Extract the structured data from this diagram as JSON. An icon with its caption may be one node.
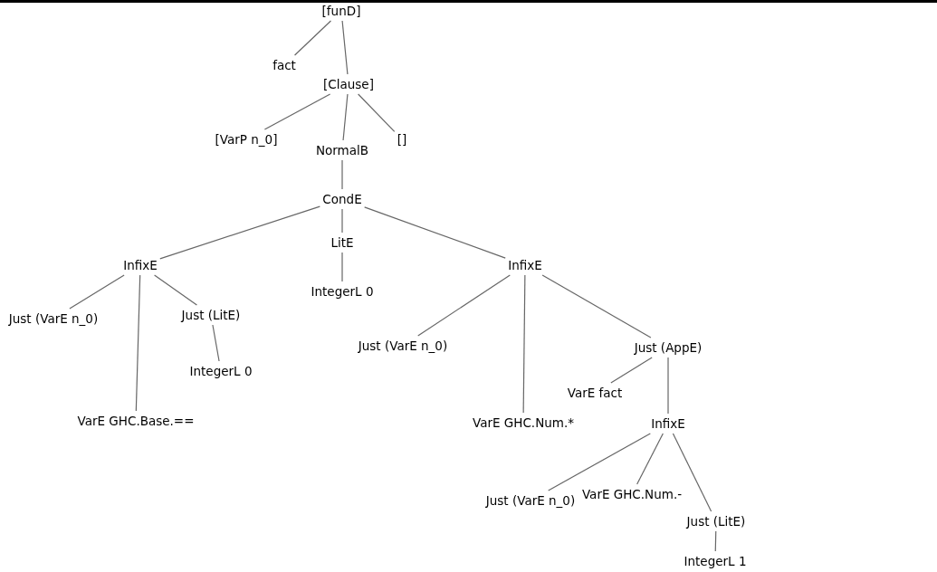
{
  "diagram": {
    "nodes": [
      {
        "text": [
          "[funD]"
        ]
      },
      {
        "text": [
          "fact"
        ]
      },
      {
        "text": [
          "[Clause]"
        ]
      },
      {
        "text": [
          "[VarP n_0]"
        ]
      },
      {
        "text": [
          "NormalB"
        ]
      },
      {
        "text": [
          "[]"
        ]
      },
      {
        "text": [
          "CondE"
        ]
      },
      {
        "text": [
          "InfixE"
        ]
      },
      {
        "text": [
          "LitE"
        ]
      },
      {
        "text": [
          "InfixE"
        ]
      },
      {
        "text": [
          "Just (VarE n_0)"
        ]
      },
      {
        "text": [
          "VarE GHC.Base.=="
        ]
      },
      {
        "text": [
          "Just (LitE)"
        ]
      },
      {
        "text": [
          "IntegerL 0"
        ]
      },
      {
        "text": [
          "IntegerL 0"
        ]
      },
      {
        "text": [
          "Just (VarE n_0)"
        ]
      },
      {
        "text": [
          "VarE GHC.Num.*"
        ]
      },
      {
        "text": [
          "Just (AppE)"
        ]
      },
      {
        "text": [
          "VarE fact"
        ]
      },
      {
        "text": [
          "InfixE"
        ]
      },
      {
        "text": [
          "Just (VarE n_0)"
        ]
      },
      {
        "text": [
          "VarE GHC.Num.-"
        ]
      },
      {
        "text": [
          "Just (LitE)"
        ]
      },
      {
        "text": [
          "IntegerL 1"
        ]
      }
    ],
    "edges": [
      {
        "from": 0,
        "to": 1,
        "arrow": "none"
      },
      {
        "from": 0,
        "to": 2,
        "arrow": "none"
      },
      {
        "from": 2,
        "to": 3,
        "arrow": "none"
      },
      {
        "from": 2,
        "to": 4,
        "arrow": "none"
      },
      {
        "from": 2,
        "to": 5,
        "arrow": "none"
      },
      {
        "from": 4,
        "to": 6,
        "arrow": "none"
      },
      {
        "from": 6,
        "to": 7,
        "arrow": "none"
      },
      {
        "from": 6,
        "to": 8,
        "arrow": "none"
      },
      {
        "from": 6,
        "to": 9,
        "arrow": "none"
      },
      {
        "from": 7,
        "to": 10,
        "arrow": "none"
      },
      {
        "from": 7,
        "to": 11,
        "arrow": "none"
      },
      {
        "from": 7,
        "to": 12,
        "arrow": "none"
      },
      {
        "from": 8,
        "to": 13,
        "arrow": "none"
      },
      {
        "from": 12,
        "to": 14,
        "arrow": "none"
      },
      {
        "from": 9,
        "to": 15,
        "arrow": "none"
      },
      {
        "from": 9,
        "to": 16,
        "arrow": "none"
      },
      {
        "from": 9,
        "to": 17,
        "arrow": "none"
      },
      {
        "from": 17,
        "to": 18,
        "arrow": "none"
      },
      {
        "from": 17,
        "to": 19,
        "arrow": "none"
      },
      {
        "from": 19,
        "to": 20,
        "arrow": "none"
      },
      {
        "from": 19,
        "to": 21,
        "arrow": "none"
      },
      {
        "from": 19,
        "to": 22,
        "arrow": "none"
      },
      {
        "from": 22,
        "to": 23,
        "arrow": "none"
      }
    ]
  }
}
